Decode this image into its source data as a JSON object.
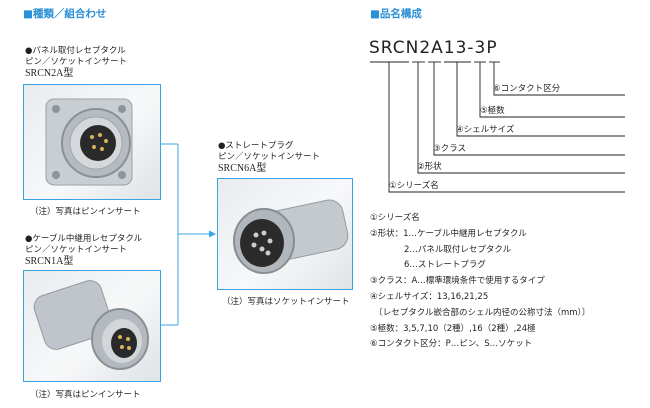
{
  "left_section": {
    "title": "■種類／組合わせ",
    "panel": {
      "line1": "●パネル取付レセプタクル",
      "line2": "ピン／ソケットインサート",
      "model": "SRCN2A型",
      "note": "（注）写真はピンインサート"
    },
    "cable": {
      "line1": "●ケーブル中継用レセプタクル",
      "line2": "ピン／ソケットインサート",
      "model": "SRCN1A型",
      "note": "（注）写真はピンインサート"
    },
    "plug": {
      "line1": "●ストレートプラグ",
      "line2": "ピン／ソケットインサート",
      "model": "SRCN6A型",
      "note": "（注）写真はソケットインサート"
    }
  },
  "right_section": {
    "title": "■品名構成",
    "part_number": "SRCN2A13-3P",
    "labels": [
      "⑥コンタクト区分",
      "⑤極数",
      "④シェルサイズ",
      "③クラス",
      "②形状",
      "①シリーズ名"
    ],
    "desc_lines": [
      "①シリーズ名",
      "②形状：1…ケーブル中継用レセプタクル",
      "　　　　2…パネル取付レセプタクル",
      "　　　　6…ストレートプラグ",
      "③クラス：A…標準環境条件で使用するタイプ",
      "④シェルサイズ：13,16,21,25",
      "　〔レセプタクル嵌合部のシェル内径の公称寸法（mm）〕",
      "⑤極数：3,5,7,10（2種）,16（2種）,24極",
      "⑥コンタクト区分：P…ピン、S…ソケット"
    ]
  },
  "colors": {
    "accent": "#2b8fd6",
    "frame": "#3aa3e3",
    "text": "#231f20"
  }
}
